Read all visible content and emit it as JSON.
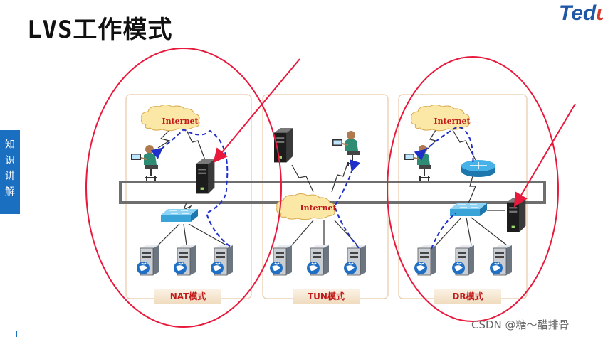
{
  "header": {
    "title": "LVS工作模式",
    "logo_main": "Ted",
    "logo_tail": "u"
  },
  "sidebar": {
    "chars": [
      "知",
      "识",
      "讲",
      "解"
    ]
  },
  "clouds": {
    "internet_label": "Internet"
  },
  "panels": [
    {
      "name": "nat",
      "label": "NAT模式"
    },
    {
      "name": "tun",
      "label": "TUN模式"
    },
    {
      "name": "dr",
      "label": "DR模式"
    }
  ],
  "watermark": "CSDN @糖～醋排骨",
  "colors": {
    "ellipse": "#e8193c",
    "arrow": "#e8193c",
    "dashed_path": "#1f2fc9",
    "band": "#6e6e6e",
    "panel_border": "#e9c9a7",
    "cloud_fill": "#fbe7a6",
    "cloud_text": "#c01a1a",
    "switch": "#3aa3d8",
    "server": "#1c1c1c"
  }
}
